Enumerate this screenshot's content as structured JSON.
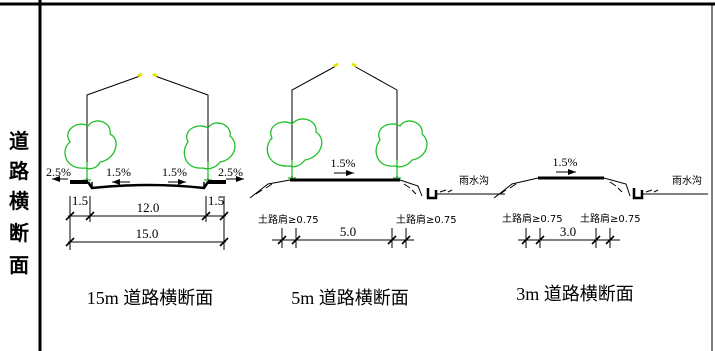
{
  "sidebar": {
    "chars": [
      "道",
      "路",
      "横",
      "断",
      "面"
    ]
  },
  "sections": [
    {
      "caption": "15m 道路横断面",
      "slope_left_outer": "2.5%",
      "slope_left_inner": "1.5%",
      "slope_right_inner": "1.5%",
      "slope_right_outer": "2.5%",
      "dim_sidewalk_left": "1.5",
      "dim_carriageway": "12.0",
      "dim_sidewalk_right": "1.5",
      "dim_total": "15.0"
    },
    {
      "caption": "5m 道路横断面",
      "slope_center": "1.5%",
      "ditch_label": "雨水沟",
      "shoulder_left": "土路肩≥0.75",
      "shoulder_right": "土路肩≥0.75",
      "dim_carriageway": "5.0"
    },
    {
      "caption": "3m 道路横断面",
      "slope_center": "1.5%",
      "ditch_label": "雨水沟",
      "shoulder_left": "土路肩≥0.75",
      "shoulder_right": "土路肩≥0.75",
      "dim_carriageway": "3.0"
    }
  ],
  "colors": {
    "line": "#000000",
    "tree": "#22c02a",
    "lamp": "#e6e600",
    "background": "#ffffff"
  }
}
